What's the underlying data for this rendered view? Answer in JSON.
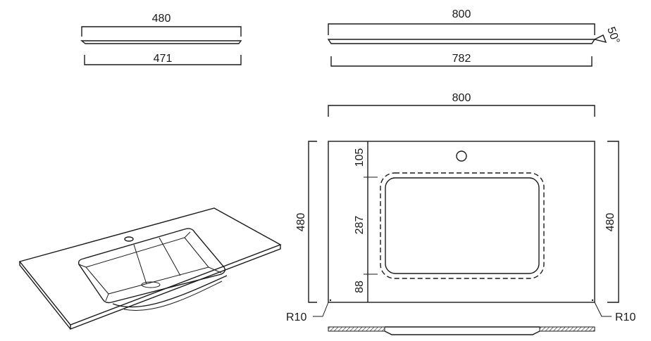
{
  "side_view_small": {
    "top_width": "480",
    "bottom_width": "471"
  },
  "side_view_large": {
    "top_width": "800",
    "bottom_width": "782",
    "edge_angle": "50°"
  },
  "plan_view": {
    "width": "800",
    "height_left": "480",
    "height_right": "480",
    "dim_back": "105",
    "dim_bowl": "287",
    "dim_front": "88",
    "radius_left": "R10",
    "radius_right": "R10"
  }
}
